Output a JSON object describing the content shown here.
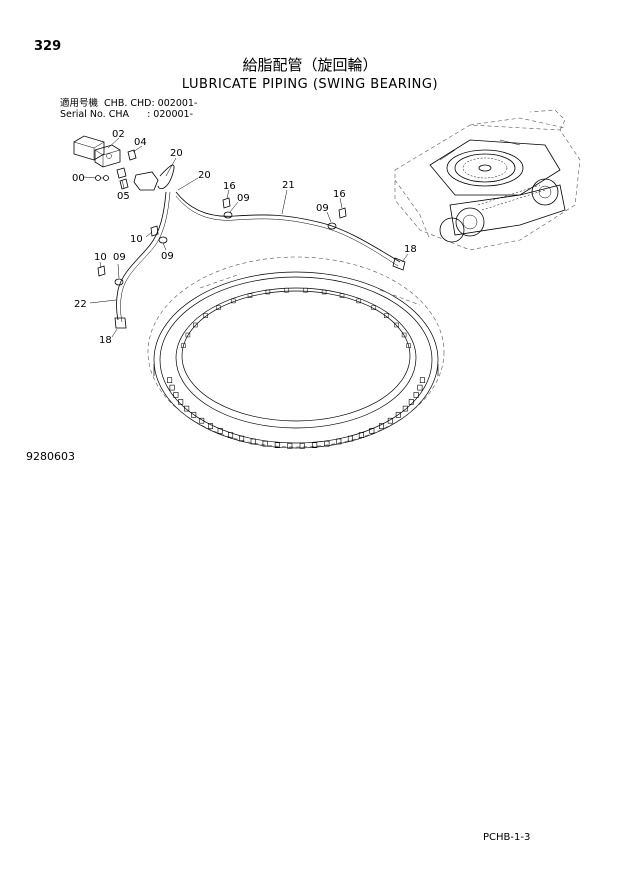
{
  "page_number": "329",
  "title_jp": "給脂配管（旋回輪）",
  "title_en": "LUBRICATE PIPING (SWING BEARING)",
  "serial_line1": "適用号機  CHB. CHD: 002001-",
  "serial_line2": "Serial No. CHA      : 020001-",
  "drawing_number": "9280603",
  "page_code": "PCHB-1-3",
  "callouts": [
    "02",
    "04",
    "20",
    "00",
    "05",
    "20",
    "16",
    "09",
    "21",
    "16",
    "09",
    "18",
    "10",
    "09",
    "10",
    "09",
    "22",
    "18"
  ]
}
